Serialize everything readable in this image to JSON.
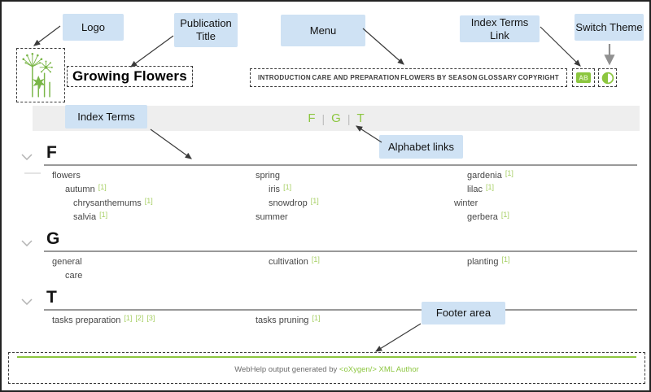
{
  "annotations": {
    "callouts": [
      {
        "id": "logo",
        "label": "Logo"
      },
      {
        "id": "publication-title",
        "label": "Publication Title"
      },
      {
        "id": "menu",
        "label": "Menu"
      },
      {
        "id": "index-terms-link",
        "label": "Index Terms Link"
      },
      {
        "id": "switch-theme",
        "label": "Switch Theme"
      },
      {
        "id": "index-terms",
        "label": "Index Terms"
      },
      {
        "id": "alphabet-links",
        "label": "Alphabet links"
      },
      {
        "id": "footer-area",
        "label": "Footer area"
      }
    ]
  },
  "header": {
    "publication_title": "Growing Flowers",
    "menu_items": [
      "INTRODUCTION",
      "CARE AND PREPARATION",
      "FLOWERS BY SEASON",
      "GLOSSARY",
      "COPYRIGHT"
    ],
    "icons": {
      "index_terms": "book-icon",
      "switch_theme": "half-circle-icon"
    }
  },
  "alphabet_bar": {
    "letters": [
      "F",
      "G",
      "T"
    ],
    "separator": "|"
  },
  "index_sections": [
    {
      "letter": "F",
      "columns": [
        [
          {
            "text": "flowers",
            "indent": 0,
            "refs": []
          },
          {
            "text": "autumn",
            "indent": 1,
            "refs": [
              1
            ]
          },
          {
            "text": "chrysanthemums",
            "indent": 2,
            "refs": [
              1
            ]
          },
          {
            "text": "salvia",
            "indent": 2,
            "refs": [
              1
            ]
          }
        ],
        [
          {
            "text": "spring",
            "indent": 0,
            "refs": []
          },
          {
            "text": "iris",
            "indent": 1,
            "refs": [
              1
            ]
          },
          {
            "text": "snowdrop",
            "indent": 1,
            "refs": [
              1
            ]
          },
          {
            "text": "summer",
            "indent": 0,
            "refs": []
          }
        ],
        [
          {
            "text": "gardenia",
            "indent": 1,
            "refs": [
              1
            ]
          },
          {
            "text": "lilac",
            "indent": 1,
            "refs": [
              1
            ]
          },
          {
            "text": "winter",
            "indent": 0,
            "refs": []
          },
          {
            "text": "gerbera",
            "indent": 1,
            "refs": [
              1
            ]
          }
        ]
      ]
    },
    {
      "letter": "G",
      "columns": [
        [
          {
            "text": "general",
            "indent": 0,
            "refs": []
          },
          {
            "text": "care",
            "indent": 1,
            "refs": []
          }
        ],
        [
          {
            "text": "cultivation",
            "indent": 1,
            "refs": [
              1
            ]
          }
        ],
        [
          {
            "text": "planting",
            "indent": 1,
            "refs": [
              1
            ]
          }
        ]
      ]
    },
    {
      "letter": "T",
      "columns": [
        [
          {
            "text": "tasks preparation",
            "indent": 0,
            "refs": [
              1,
              2,
              3
            ]
          }
        ],
        [
          {
            "text": "tasks pruning",
            "indent": 0,
            "refs": [
              1
            ]
          }
        ],
        []
      ]
    }
  ],
  "footer": {
    "prefix": "WebHelp output generated by ",
    "brand": "<oXygen/> XML Author"
  },
  "colors": {
    "accent_green": "#8cc63f",
    "ref_green": "#a6cf63",
    "callout_blue": "#cfe2f4"
  }
}
